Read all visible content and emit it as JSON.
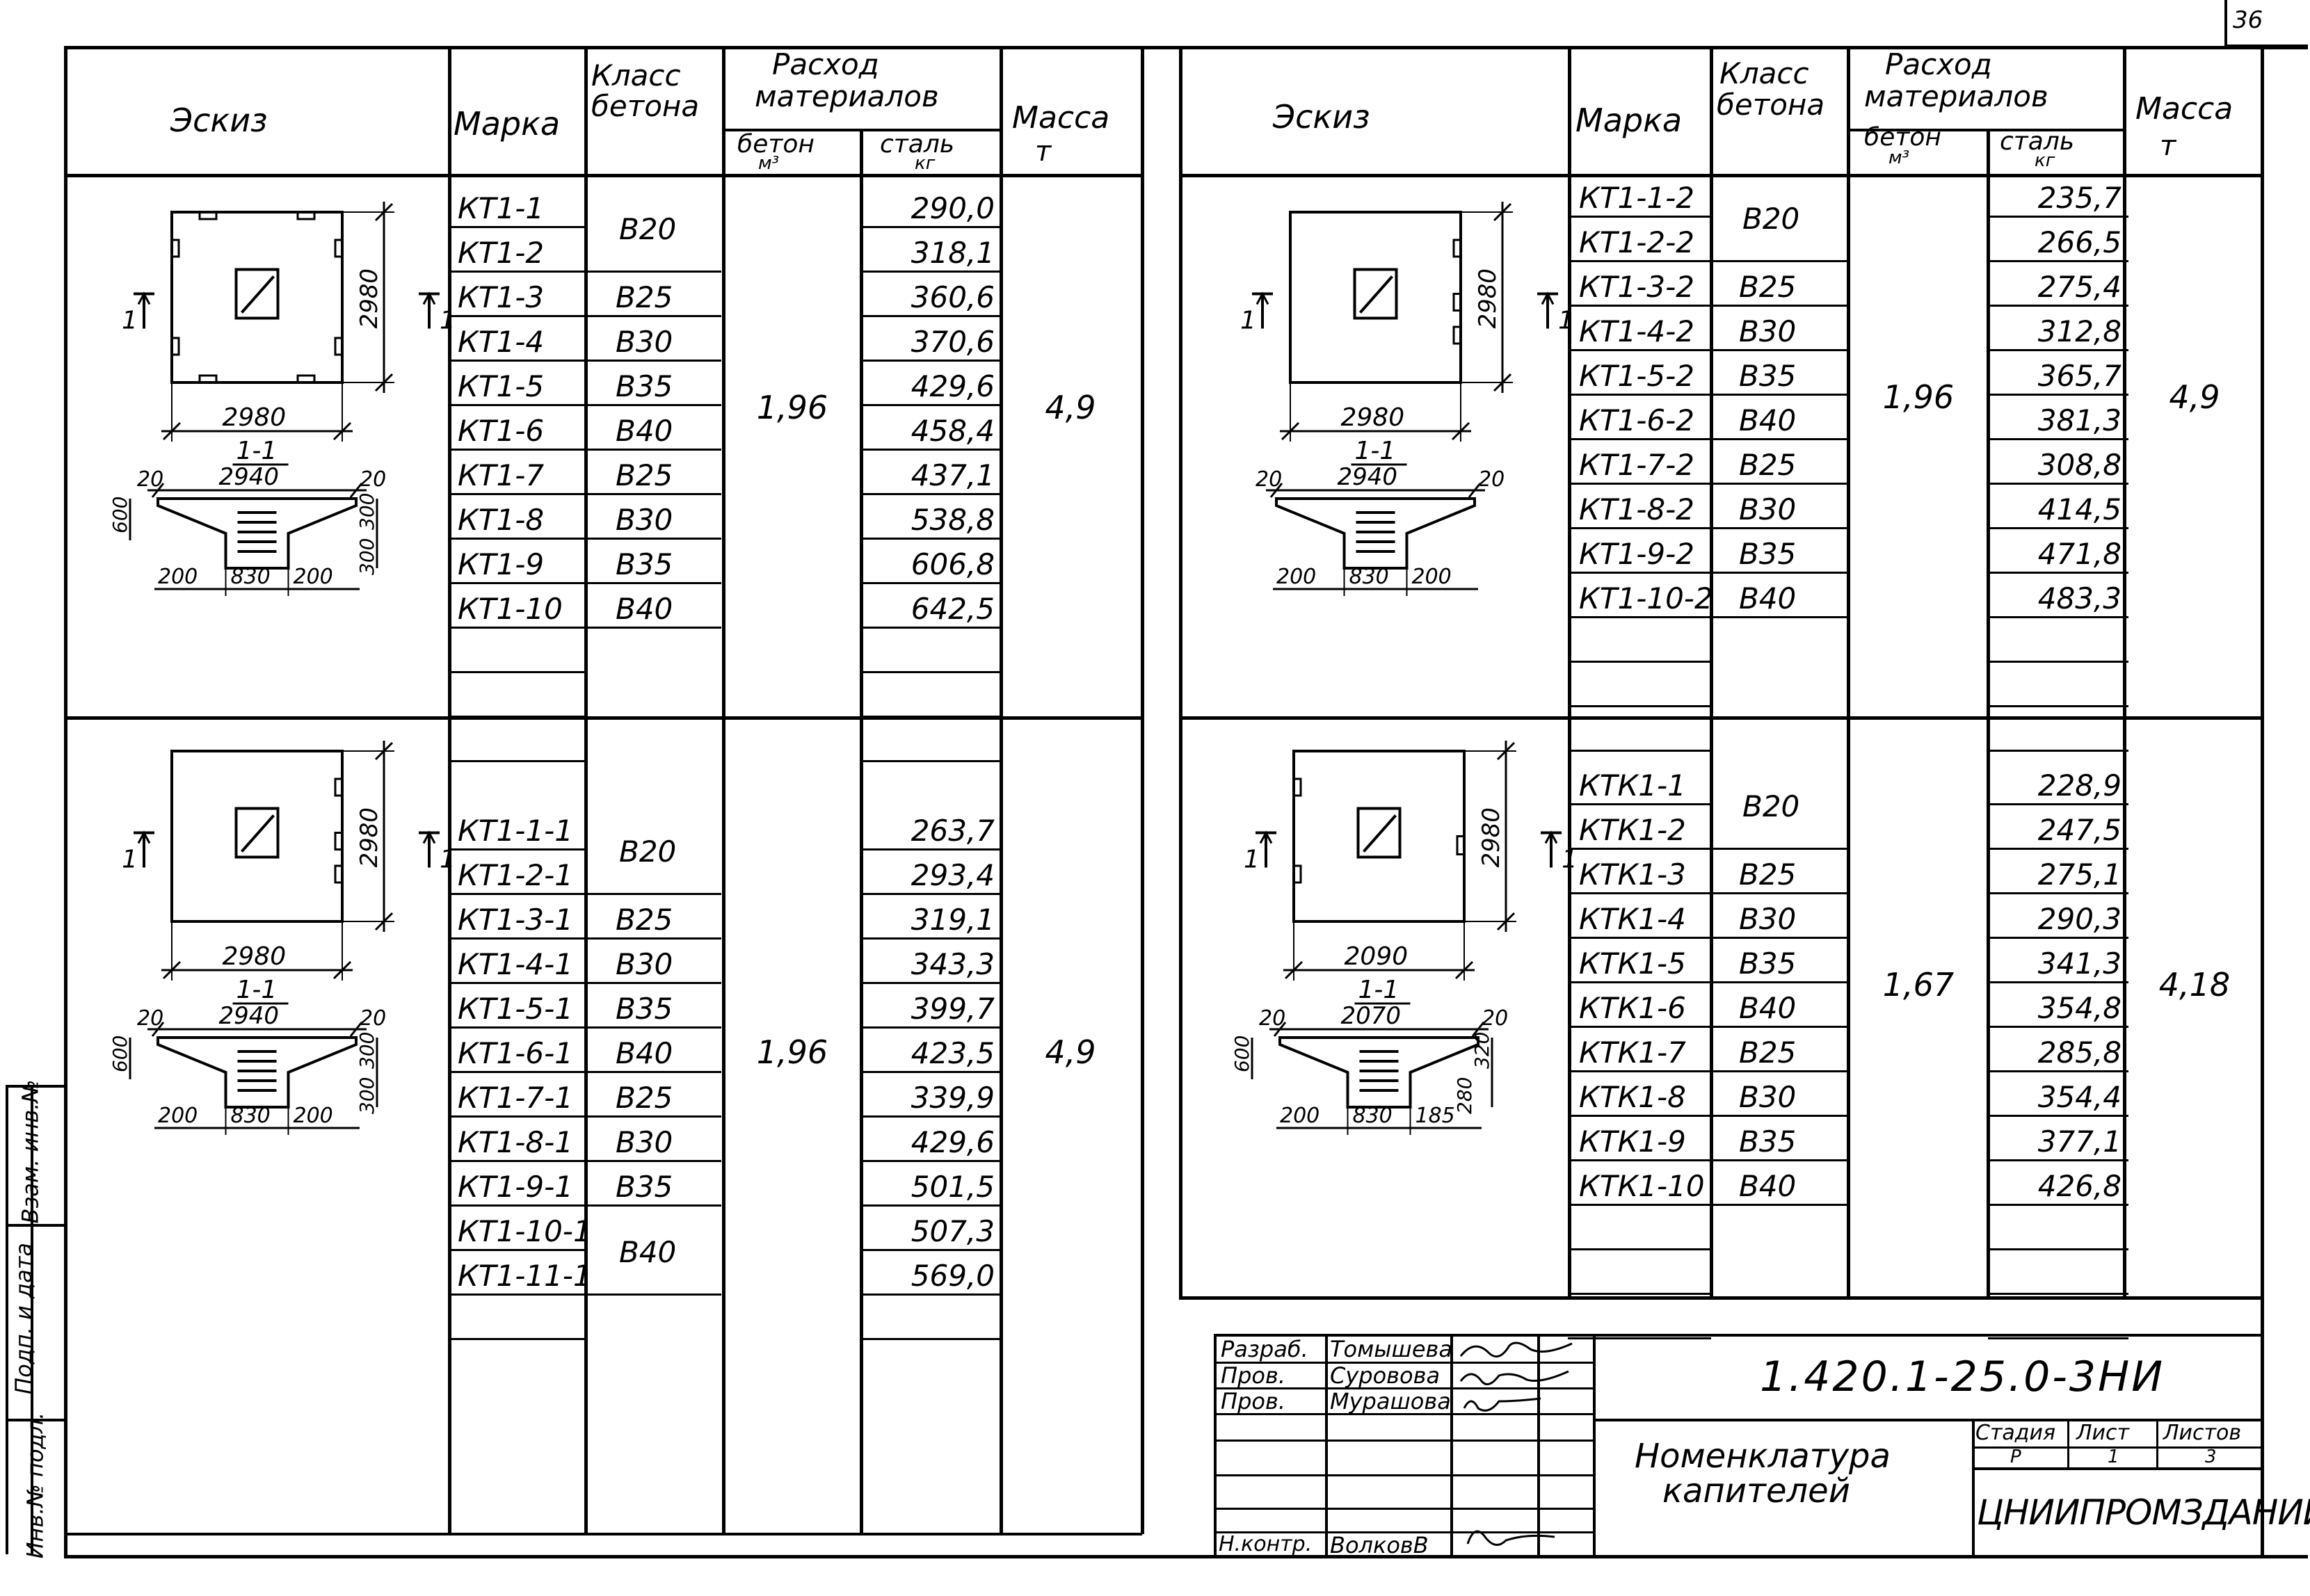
{
  "sheet_number": "36",
  "header": {
    "sketch": "Эскиз",
    "mark": "Марка",
    "concrete_class": [
      "Класс",
      "бетона"
    ],
    "consumption": [
      "Расход",
      "материалов"
    ],
    "concrete": [
      "бетон",
      "м³"
    ],
    "steel": [
      "сталь",
      "кг"
    ],
    "mass": [
      "Масса",
      "т"
    ]
  },
  "blocks": [
    {
      "id": "top-left",
      "sketch": {
        "plan_dim_h": "2980",
        "plan_dim_v": "2980",
        "section": "1-1",
        "section_top": "2940",
        "d20a": "20",
        "d20b": "20",
        "d600": "600",
        "d300a": "300",
        "d300b": "300",
        "d200a": "200",
        "d830": "830",
        "d200b": "200",
        "cut_l": "1",
        "cut_r": "1"
      },
      "rows": [
        {
          "mark": "КТ1-1",
          "steel": "290,0"
        },
        {
          "mark": "КТ1-2",
          "steel": "318,1"
        },
        {
          "mark": "КТ1-3",
          "cls": "В25",
          "steel": "360,6"
        },
        {
          "mark": "КТ1-4",
          "cls": "В30",
          "steel": "370,6"
        },
        {
          "mark": "КТ1-5",
          "cls": "В35",
          "steel": "429,6"
        },
        {
          "mark": "КТ1-6",
          "cls": "В40",
          "steel": "458,4"
        },
        {
          "mark": "КТ1-7",
          "cls": "В25",
          "steel": "437,1"
        },
        {
          "mark": "КТ1-8",
          "cls": "В30",
          "steel": "538,8"
        },
        {
          "mark": "КТ1-9",
          "cls": "В35",
          "steel": "606,8"
        },
        {
          "mark": "КТ1-10",
          "cls": "В40",
          "steel": "642,5"
        }
      ],
      "merged_cls": "В20",
      "concrete": "1,96",
      "mass": "4,9"
    },
    {
      "id": "top-right",
      "sketch": {
        "plan_dim_h": "2980",
        "plan_dim_v": "2980",
        "section": "1-1",
        "section_top": "2940",
        "d20a": "20",
        "d20b": "20",
        "d200a": "200",
        "d830": "830",
        "d200b": "200",
        "cut_l": "1",
        "cut_r": "1"
      },
      "rows": [
        {
          "mark": "КТ1-1-2",
          "steel": "235,7"
        },
        {
          "mark": "КТ1-2-2",
          "steel": "266,5"
        },
        {
          "mark": "КТ1-3-2",
          "cls": "В25",
          "steel": "275,4"
        },
        {
          "mark": "КТ1-4-2",
          "cls": "В30",
          "steel": "312,8"
        },
        {
          "mark": "КТ1-5-2",
          "cls": "В35",
          "steel": "365,7"
        },
        {
          "mark": "КТ1-6-2",
          "cls": "В40",
          "steel": "381,3"
        },
        {
          "mark": "КТ1-7-2",
          "cls": "В25",
          "steel": "308,8"
        },
        {
          "mark": "КТ1-8-2",
          "cls": "В30",
          "steel": "414,5"
        },
        {
          "mark": "КТ1-9-2",
          "cls": "В35",
          "steel": "471,8"
        },
        {
          "mark": "КТ1-10-2",
          "cls": "В40",
          "steel": "483,3"
        }
      ],
      "merged_cls": "В20",
      "concrete": "1,96",
      "mass": "4,9"
    },
    {
      "id": "bottom-left",
      "sketch": {
        "plan_dim_h": "2980",
        "plan_dim_v": "2980",
        "section": "1-1",
        "section_top": "2940",
        "d20a": "20",
        "d20b": "20",
        "d600": "600",
        "d300a": "300",
        "d300b": "300",
        "d200a": "200",
        "d830": "830",
        "d200b": "200",
        "cut_l": "1",
        "cut_r": "1"
      },
      "rows": [
        {
          "mark": "КТ1-1-1",
          "steel": "263,7"
        },
        {
          "mark": "КТ1-2-1",
          "steel": "293,4"
        },
        {
          "mark": "КТ1-3-1",
          "cls": "В25",
          "steel": "319,1"
        },
        {
          "mark": "КТ1-4-1",
          "cls": "В30",
          "steel": "343,3"
        },
        {
          "mark": "КТ1-5-1",
          "cls": "В35",
          "steel": "399,7"
        },
        {
          "mark": "КТ1-6-1",
          "cls": "В40",
          "steel": "423,5"
        },
        {
          "mark": "КТ1-7-1",
          "cls": "В25",
          "steel": "339,9"
        },
        {
          "mark": "КТ1-8-1",
          "cls": "В30",
          "steel": "429,6"
        },
        {
          "mark": "КТ1-9-1",
          "cls": "В35",
          "steel": "501,5"
        },
        {
          "mark": "КТ1-10-1",
          "steel": "507,3"
        },
        {
          "mark": "КТ1-11-1",
          "steel": "569,0"
        }
      ],
      "merged_cls": "В20",
      "merged_cls2": "В40",
      "concrete": "1,96",
      "mass": "4,9"
    },
    {
      "id": "bottom-right",
      "sketch": {
        "plan_dim_h": "2090",
        "plan_dim_v": "2980",
        "section": "1-1",
        "section_top": "2070",
        "d20a": "20",
        "d20b": "20",
        "d600": "600",
        "d320": "320",
        "d280": "280",
        "d200a": "200",
        "d830": "830",
        "d185": "185",
        "cut_l": "1",
        "cut_r": "1"
      },
      "rows": [
        {
          "mark": "КТК1-1",
          "steel": "228,9"
        },
        {
          "mark": "КТК1-2",
          "steel": "247,5"
        },
        {
          "mark": "КТК1-3",
          "cls": "В25",
          "steel": "275,1"
        },
        {
          "mark": "КТК1-4",
          "cls": "В30",
          "steel": "290,3"
        },
        {
          "mark": "КТК1-5",
          "cls": "В35",
          "steel": "341,3"
        },
        {
          "mark": "КТК1-6",
          "cls": "В40",
          "steel": "354,8"
        },
        {
          "mark": "КТК1-7",
          "cls": "В25",
          "steel": "285,8"
        },
        {
          "mark": "КТК1-8",
          "cls": "В30",
          "steel": "354,4"
        },
        {
          "mark": "КТК1-9",
          "cls": "В35",
          "steel": "377,1"
        },
        {
          "mark": "КТК1-10",
          "cls": "В40",
          "steel": "426,8"
        }
      ],
      "merged_cls": "В20",
      "concrete": "1,67",
      "mass": "4,18"
    }
  ],
  "title_block": {
    "roles": [
      "Разраб.",
      "Пров.",
      "Пров.",
      "Н.контр."
    ],
    "names": [
      "Томышева",
      "Суровова",
      "Мурашова",
      "ВолковВ"
    ],
    "doc_code": "1.420.1-25.0-3НИ",
    "title": [
      "Номенклатура",
      "капителей"
    ],
    "stage_label": "Стадия",
    "sheet_label": "Лист",
    "sheets_label": "Листов",
    "stage": "Р",
    "sheet": "1",
    "sheets": "3",
    "org": "ЦНИИПРОМЗДАНИЙ"
  },
  "side_stamp": {
    "inv": "Инв.№ подл.",
    "sign_date": "Подп. и дата",
    "replace_inv": "Взам. инв.№"
  }
}
